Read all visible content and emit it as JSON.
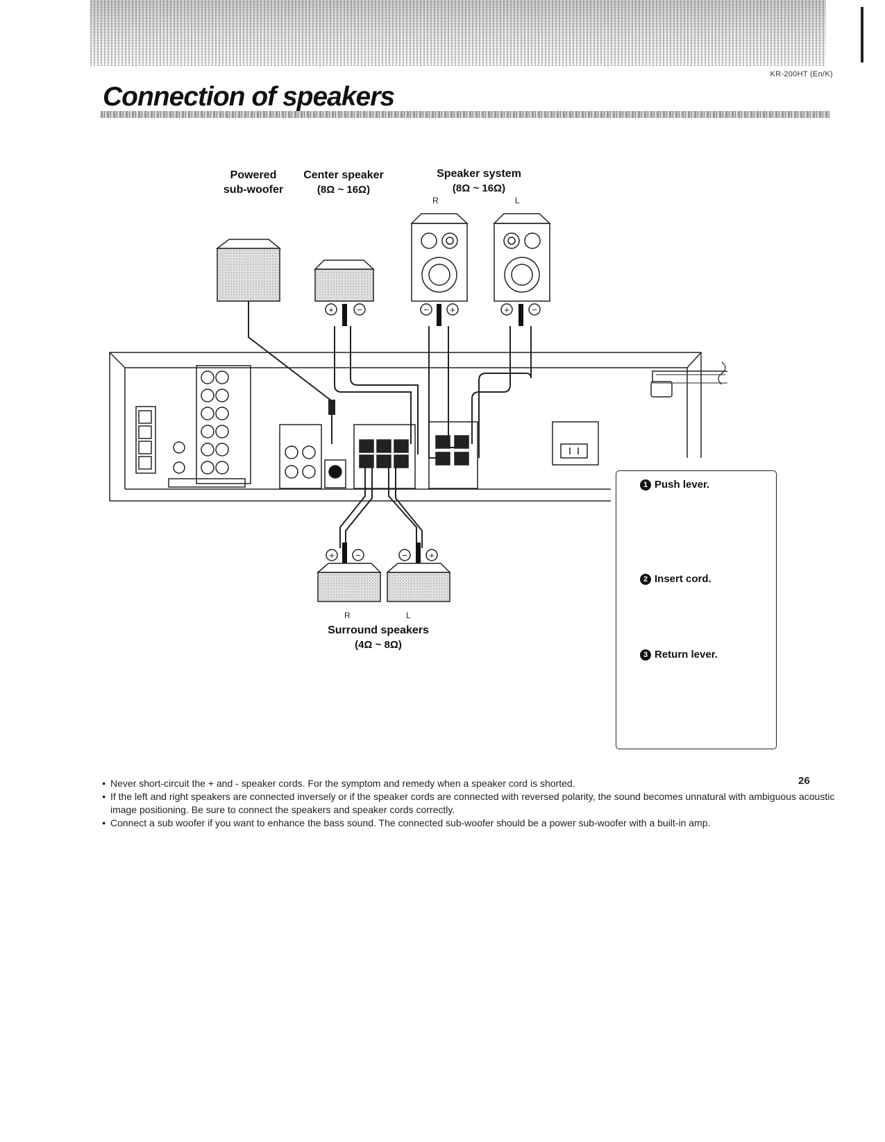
{
  "header": {
    "model_code": "KR-200HT (En/K)",
    "title": "Connection of speakers"
  },
  "labels": {
    "subwoofer": {
      "line1": "Powered",
      "line2": "sub-woofer"
    },
    "center": {
      "name": "Center speaker",
      "impedance": "(8Ω ~ 16Ω)"
    },
    "front": {
      "name": "Speaker system",
      "impedance": "(8Ω ~ 16Ω)",
      "right": "R",
      "left": "L"
    },
    "surround": {
      "name": "Surround speakers",
      "impedance": "(4Ω ~ 8Ω)",
      "right": "R",
      "left": "L"
    }
  },
  "steps": [
    {
      "num": "1",
      "text": "Push lever."
    },
    {
      "num": "2",
      "text": "Insert cord."
    },
    {
      "num": "3",
      "text": "Return lever."
    }
  ],
  "notes": [
    "Never short-circuit the + and - speaker cords. For the symptom and remedy when a speaker cord is shorted.",
    "If the left and right speakers are connected inversely or if the speaker cords are connected with reversed polarity, the sound becomes unnatural with ambiguous acoustic image positioning. Be sure to connect the speakers and speaker cords correctly.",
    "Connect a sub woofer if you want to enhance the bass sound. The connected sub-woofer should be a power sub-woofer with a built-in amp."
  ],
  "page_ref": "26"
}
